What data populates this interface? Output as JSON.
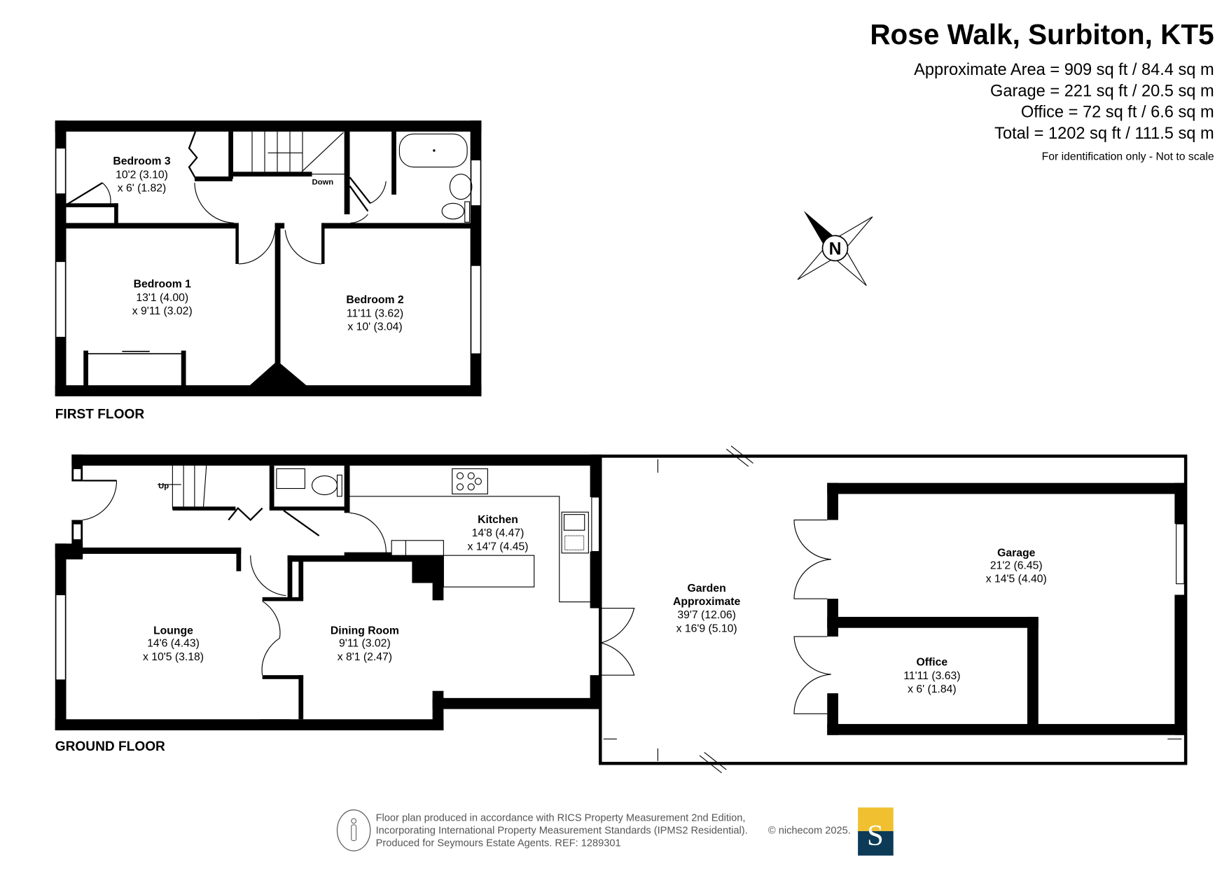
{
  "header": {
    "title": "Rose Walk, Surbiton, KT5",
    "areas": [
      "Approximate Area = 909 sq ft / 84.4 sq m",
      "Garage = 221 sq ft / 20.5 sq m",
      "Office = 72 sq ft / 6.6 sq m",
      "Total = 1202 sq ft / 111.5 sq m"
    ],
    "disclaimer": "For identification only - Not to scale"
  },
  "compass": {
    "label": "N"
  },
  "first_floor": {
    "label": "FIRST FLOOR",
    "stairs_label": "Down",
    "rooms": [
      {
        "name": "Bedroom 3",
        "dim1": "10'2 (3.10)",
        "dim2": "x 6' (1.82)"
      },
      {
        "name": "Bedroom 1",
        "dim1": "13'1 (4.00)",
        "dim2": "x 9'11 (3.02)"
      },
      {
        "name": "Bedroom 2",
        "dim1": "11'11 (3.62)",
        "dim2": "x 10' (3.04)"
      }
    ]
  },
  "ground_floor": {
    "label": "GROUND FLOOR",
    "stairs_label": "Up",
    "rooms": [
      {
        "name": "Kitchen",
        "dim1": "14'8 (4.47)",
        "dim2": "x 14'7 (4.45)"
      },
      {
        "name": "Lounge",
        "dim1": "14'6 (4.43)",
        "dim2": "x 10'5 (3.18)"
      },
      {
        "name": "Dining Room",
        "dim1": "9'11 (3.02)",
        "dim2": "x 8'1 (2.47)"
      },
      {
        "name": "Garden",
        "name2": "Approximate",
        "dim1": "39'7 (12.06)",
        "dim2": "x 16'9 (5.10)"
      },
      {
        "name": "Garage",
        "dim1": "21'2 (6.45)",
        "dim2": "x 14'5 (4.40)"
      },
      {
        "name": "Office",
        "dim1": "11'11 (3.63)",
        "dim2": "x 6' (1.84)"
      }
    ]
  },
  "footer": {
    "lines": [
      "Floor plan produced in accordance with RICS Property Measurement 2nd Edition,",
      "Incorporating International Property Measurement Standards (IPMS2 Residential).",
      "Produced for Seymours Estate Agents.   REF: 1289301"
    ],
    "copyright": "© nichecom 2025.",
    "logo_letter": "S",
    "logo_colors": {
      "top": "#f0c030",
      "bottom": "#0c3a57"
    }
  }
}
